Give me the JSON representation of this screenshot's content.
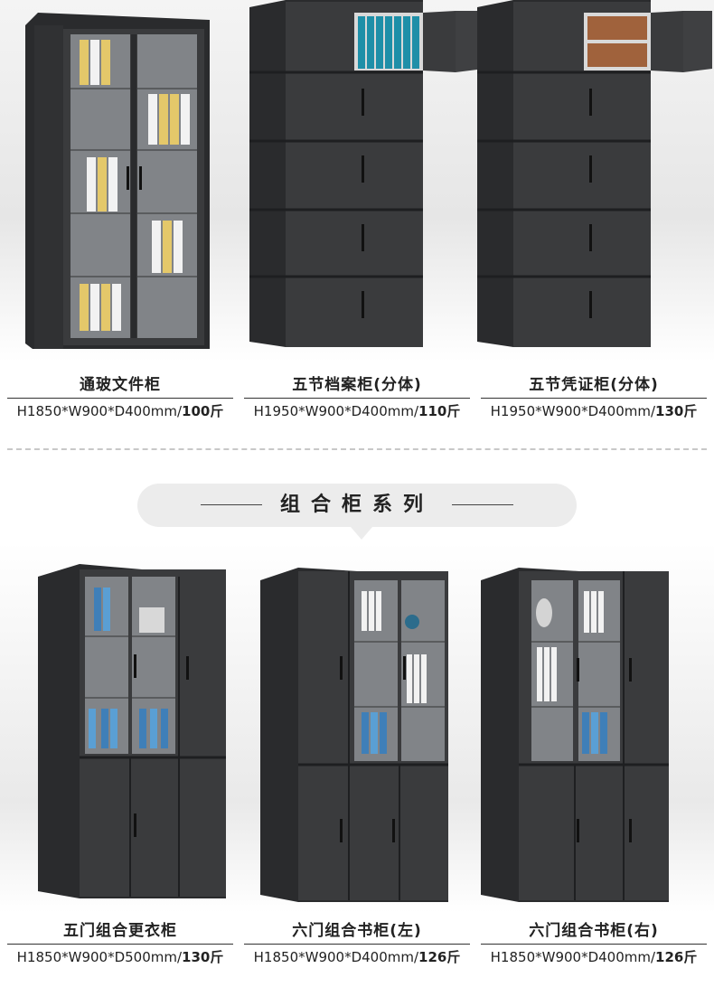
{
  "products_top": [
    {
      "name": "通玻文件柜",
      "spec": "H1850*W900*D400mm/",
      "weight": "100斤"
    },
    {
      "name": "五节档案柜(分体)",
      "spec": "H1950*W900*D400mm/",
      "weight": "110斤"
    },
    {
      "name": "五节凭证柜(分体)",
      "spec": "H1950*W900*D400mm/",
      "weight": "130斤"
    }
  ],
  "series_banner": {
    "title": "组合柜系列"
  },
  "products_bottom": [
    {
      "name": "五门组合更衣柜",
      "spec": "H1850*W900*D500mm/",
      "weight": "130斤"
    },
    {
      "name": "六门组合书柜(左)",
      "spec": "H1850*W900*D400mm/",
      "weight": "126斤"
    },
    {
      "name": "六门组合书柜(右)",
      "spec": "H1850*W900*D400mm/",
      "weight": "126斤"
    }
  ],
  "colors": {
    "cabinet": "#3a3b3d",
    "cabinet_dark": "#2a2b2d",
    "glass": "#8a8d90",
    "banner_bg": "#ececec",
    "divider": "#c8c8c8"
  }
}
